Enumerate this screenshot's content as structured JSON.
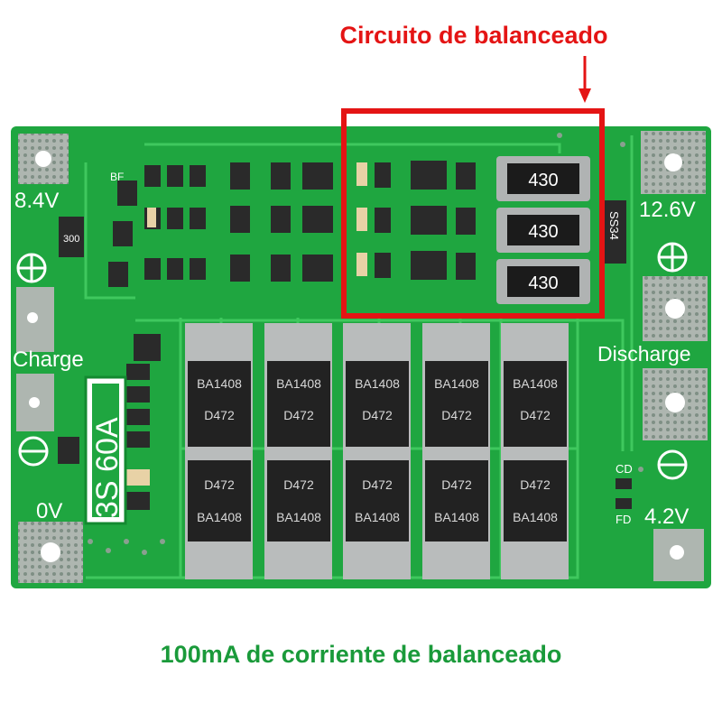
{
  "callout": {
    "text": "Circuito de balanceado"
  },
  "caption": {
    "text": "100mA de corriente de balanceado"
  },
  "board": {
    "labels": {
      "v_8_4": "8.4V",
      "v_12_6": "12.6V",
      "v_4_2": "4.2V",
      "v_0": "0V",
      "charge": "Charge",
      "discharge": "Discharge",
      "rating": "3S 60A",
      "cd": "CD",
      "fd": "FD",
      "bf": "BF",
      "r300": "300",
      "diode": "SS34"
    },
    "shunt_resistors": [
      "430",
      "430",
      "430"
    ],
    "mosfet_top_top": "BA1408",
    "mosfet_top_bottom": "D472",
    "mosfet_bottom_top": "D472",
    "mosfet_bottom_bottom": "BA1408"
  },
  "colors": {
    "pcb": "#1fa640",
    "pcb_dark": "#138a30",
    "trace": "#3fc85e",
    "callout": "#e41414",
    "caption": "#1a9a3a"
  }
}
